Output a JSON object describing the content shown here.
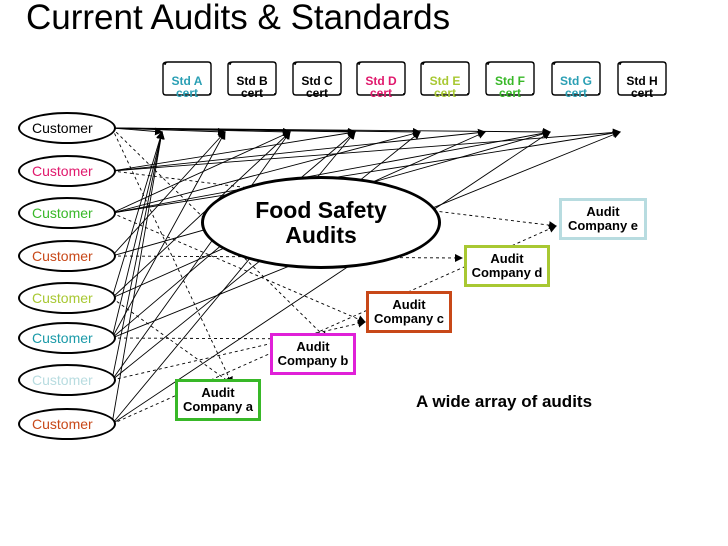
{
  "title": "Current Audits & Standards",
  "standards": [
    {
      "line1": "Std A",
      "line2": "cert",
      "color": "#2a9fb4"
    },
    {
      "line1": "Std B",
      "line2": "cert",
      "color": "#000000"
    },
    {
      "line1": "Std C",
      "line2": "cert",
      "color": "#000000"
    },
    {
      "line1": "Std D",
      "line2": "cert",
      "color": "#e0186c"
    },
    {
      "line1": "Std E",
      "line2": "cert",
      "color": "#a8c832"
    },
    {
      "line1": "Std F",
      "line2": "cert",
      "color": "#38b828"
    },
    {
      "line1": "Std G",
      "line2": "cert",
      "color": "#2a9fb4"
    },
    {
      "line1": "Std H",
      "line2": "cert",
      "color": "#000000"
    }
  ],
  "customers": [
    {
      "label": "Customer",
      "color": "#000000"
    },
    {
      "label": "Customer",
      "color": "#e0186c"
    },
    {
      "label": "Customer",
      "color": "#38b828"
    },
    {
      "label": "Customer",
      "color": "#c84818"
    },
    {
      "label": "Customer",
      "color": "#a8c832"
    },
    {
      "label": "Customer",
      "color": "#1a9aa8"
    },
    {
      "label": "Customer",
      "color": "#b8dce0"
    },
    {
      "label": "Customer",
      "color": "#c84818"
    }
  ],
  "hub": {
    "line1": "Food Safety",
    "line2": "Audits"
  },
  "audits": [
    {
      "line1": "Audit",
      "line2": "Company a",
      "color": "#38b828"
    },
    {
      "line1": "Audit",
      "line2": "Company b",
      "color": "#e020d8"
    },
    {
      "line1": "Audit",
      "line2": "Company c",
      "color": "#c84818"
    },
    {
      "line1": "Audit",
      "line2": "Company d",
      "color": "#a8c832"
    },
    {
      "line1": "Audit",
      "line2": "Company e",
      "color": "#b8dce0"
    }
  ],
  "caption": "A wide array of audits"
}
